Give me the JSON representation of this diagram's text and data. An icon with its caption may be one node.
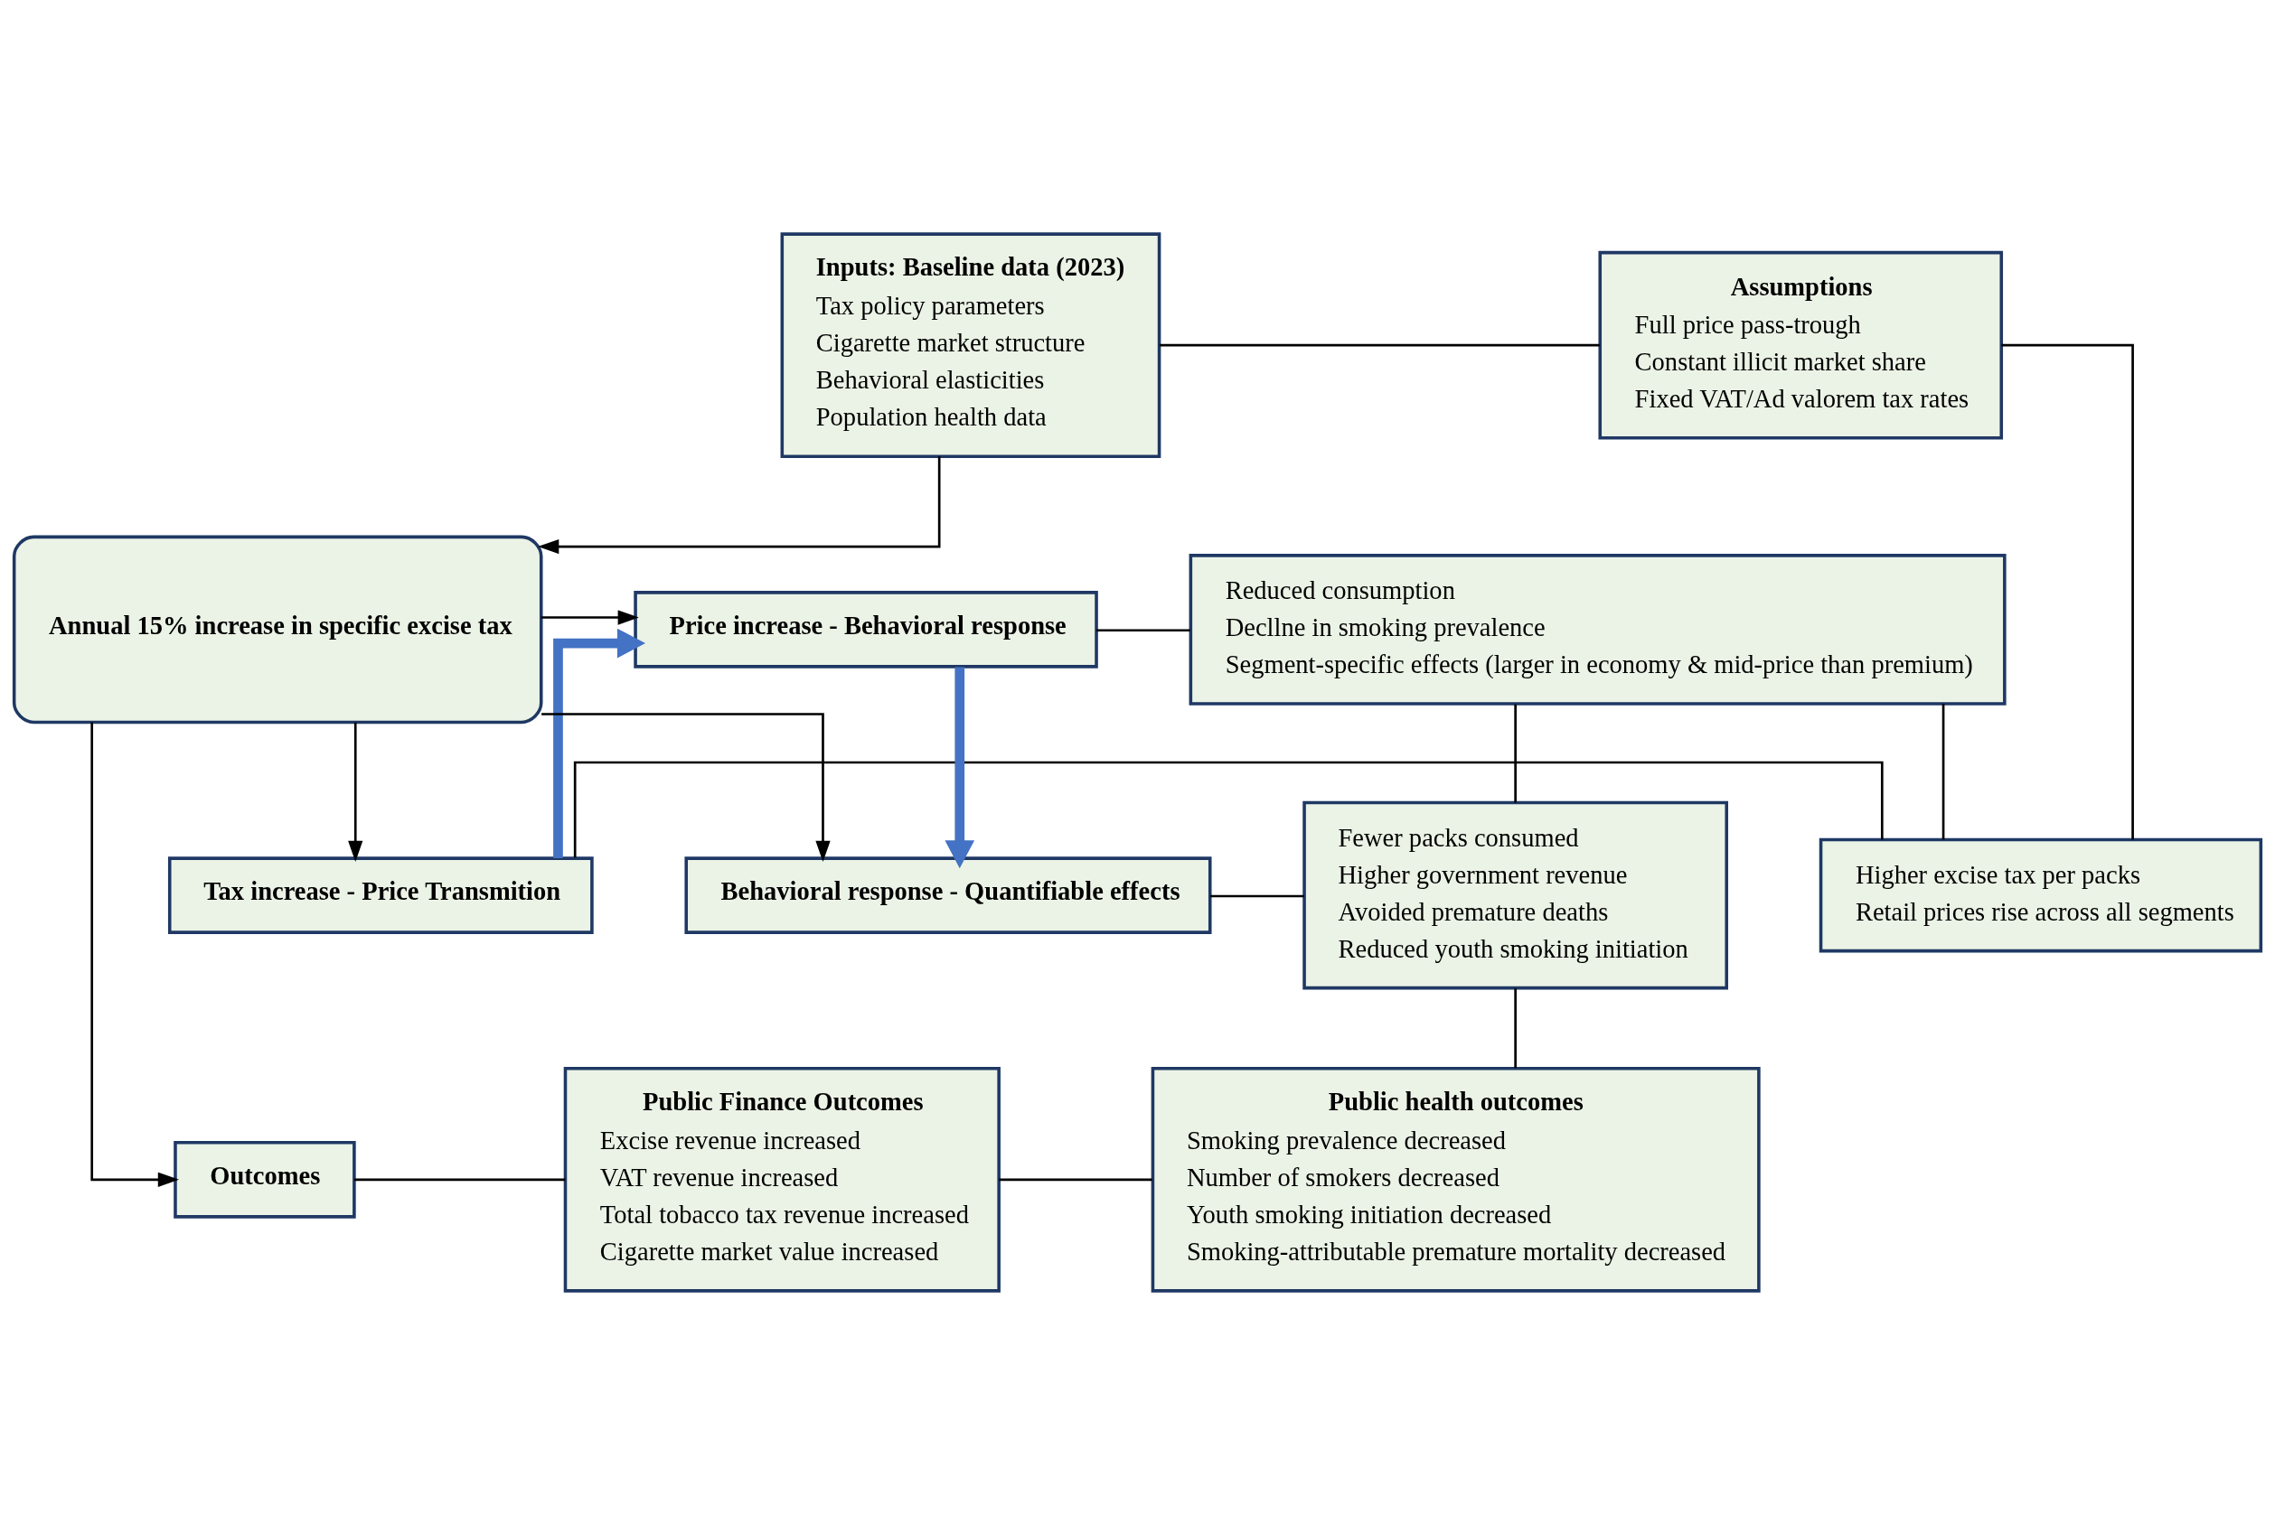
{
  "diagram": {
    "nodes": [
      {
        "text": [
          "Inputs: Baseline data (2023)",
          "Tax policy parameters",
          "Cigarette market structure",
          "Behavioral elasticities",
          "Population health data"
        ]
      },
      {
        "text": [
          "Assumptions",
          "Full price pass-trough",
          "Constant illicit market share",
          "Fixed VAT/Ad valorem tax rates"
        ]
      },
      {
        "text": [
          "Higher excise tax per packs",
          "Retail prices rise across all segments"
        ]
      },
      {
        "text": [
          "Tax increase - Price Transmition"
        ]
      },
      {
        "text": [
          "Annual 15% increase in specific excise tax"
        ]
      },
      {
        "text": [
          "Price increase - Behavioral response"
        ]
      },
      {
        "text": [
          "Reduced consumption",
          "Decllne in smoking prevalence",
          "Segment-specific effects (larger in economy & mid-price than premium)"
        ]
      },
      {
        "text": [
          "Behavioral response - Quantifiable effects"
        ]
      },
      {
        "text": [
          "Fewer packs consumed",
          "Higher government revenue",
          "Avoided premature deaths",
          "Reduced youth smoking initiation"
        ]
      },
      {
        "text": [
          "Outcomes"
        ]
      },
      {
        "text": [
          "Public Finance Outcomes",
          "Excise revenue increased",
          "VAT revenue increased",
          "Total tobacco tax revenue increased",
          "Cigarette market value increased"
        ]
      },
      {
        "text": [
          "Public health outcomes",
          "Smoking prevalence decreased",
          "Number of smokers decreased",
          "Youth smoking initiation decreased",
          "Smoking-attributable premature mortality decreased"
        ]
      }
    ],
    "edges": [
      {
        "from": 0,
        "to": 1,
        "arrow": "none"
      },
      {
        "from": 1,
        "to": 2,
        "arrow": "none"
      },
      {
        "from": 0,
        "to": 4,
        "arrow": "to"
      },
      {
        "from": 4,
        "to": 3,
        "arrow": "to"
      },
      {
        "from": 4,
        "to": 5,
        "arrow": "to"
      },
      {
        "from": 4,
        "to": 7,
        "arrow": "to"
      },
      {
        "from": 3,
        "to": 2,
        "arrow": "none"
      },
      {
        "from": 3,
        "to": 5,
        "arrow": "to",
        "style": "thick",
        "color": "#4472c4"
      },
      {
        "from": 5,
        "to": 6,
        "arrow": "none"
      },
      {
        "from": 5,
        "to": 7,
        "arrow": "to",
        "style": "thick",
        "color": "#4472c4"
      },
      {
        "from": 7,
        "to": 8,
        "arrow": "none"
      },
      {
        "from": 2,
        "to": 6,
        "arrow": "none"
      },
      {
        "from": 6,
        "to": 8,
        "arrow": "none"
      },
      {
        "from": 4,
        "to": 9,
        "arrow": "to"
      },
      {
        "from": 9,
        "to": 10,
        "arrow": "none"
      },
      {
        "from": 10,
        "to": 11,
        "arrow": "none"
      },
      {
        "from": 8,
        "to": 11,
        "arrow": "none"
      }
    ]
  }
}
